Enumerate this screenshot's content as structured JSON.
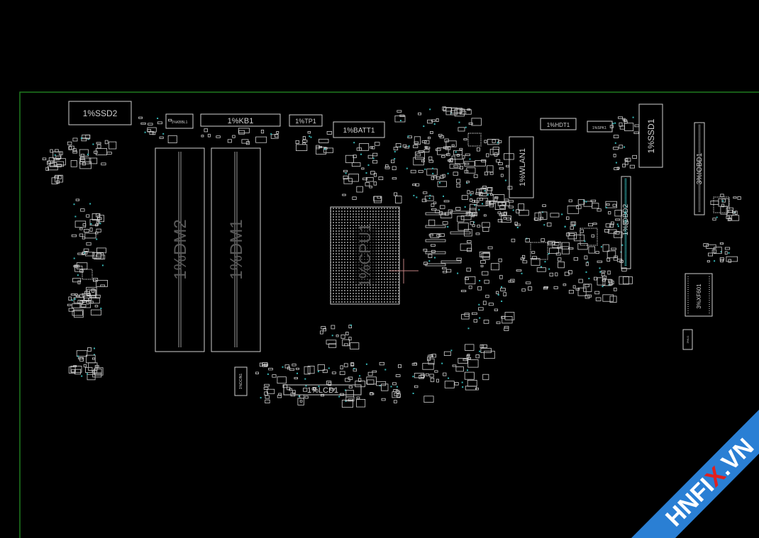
{
  "board": {
    "outline_color": "#1f7a1f",
    "part_color": "#cfcfcf",
    "accent_color": "#35b5b5"
  },
  "components": {
    "ssd2": "1%SSD2",
    "kbbl1": "1%KBBL1",
    "kb1": "1%KB1",
    "tp1": "1%TP1",
    "batt1": "1%BATT1",
    "hdt1": "1%HDT1",
    "spk1": "1%SPK1",
    "ssd1": "1%SSD1",
    "iobd1": "3%IOBD1",
    "dm2": "1%DM2",
    "dm1": "1%DM1",
    "cpu1": "1%CPU1",
    "wlan1": "1%WLAN1",
    "iobd2": "1%IOBD2",
    "xf601": "3%XF601",
    "dcin1": "1%DCIN1",
    "lcd1": "1%LCD1",
    "small_right": "3%U1"
  },
  "watermark": {
    "text_part1": "HNFI",
    "text_x": "X",
    "text_part2": ".VN",
    "band_color": "#2a7fd4",
    "x_color": "#e02020"
  }
}
